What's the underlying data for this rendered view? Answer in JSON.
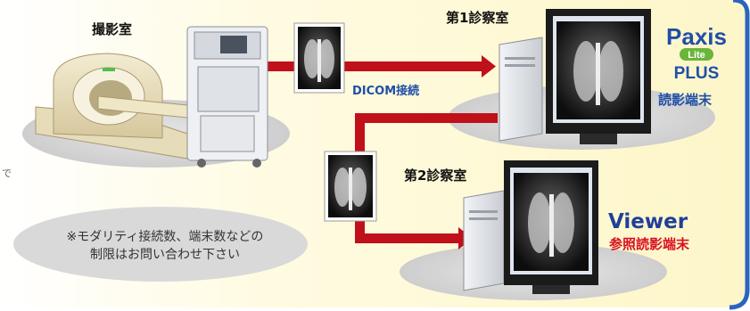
{
  "diagram": {
    "room_label": "撮影室",
    "exam_room_1": "第1診察室",
    "exam_room_2": "第2診察室",
    "connection_label": "DICOM接続",
    "terminal_1_role": "読影端末",
    "terminal_2_name": "Viewer",
    "terminal_2_role": "参照読影端末",
    "note_line_1": "※モダリティ接続数、端末数などの",
    "note_line_2": "制限はお問い合わせ下さい",
    "stray_fragment": "で"
  },
  "logo": {
    "word_top": "Paxis",
    "word_badge": "Lite",
    "word_bottom": "PLUS"
  },
  "colors": {
    "connection_red": "#c0101a",
    "accent_blue": "#1f4fa8",
    "badge_green": "#6ab53a",
    "page_gradient_start": "#ffffff",
    "page_gradient_end": "#fdf7cf"
  }
}
